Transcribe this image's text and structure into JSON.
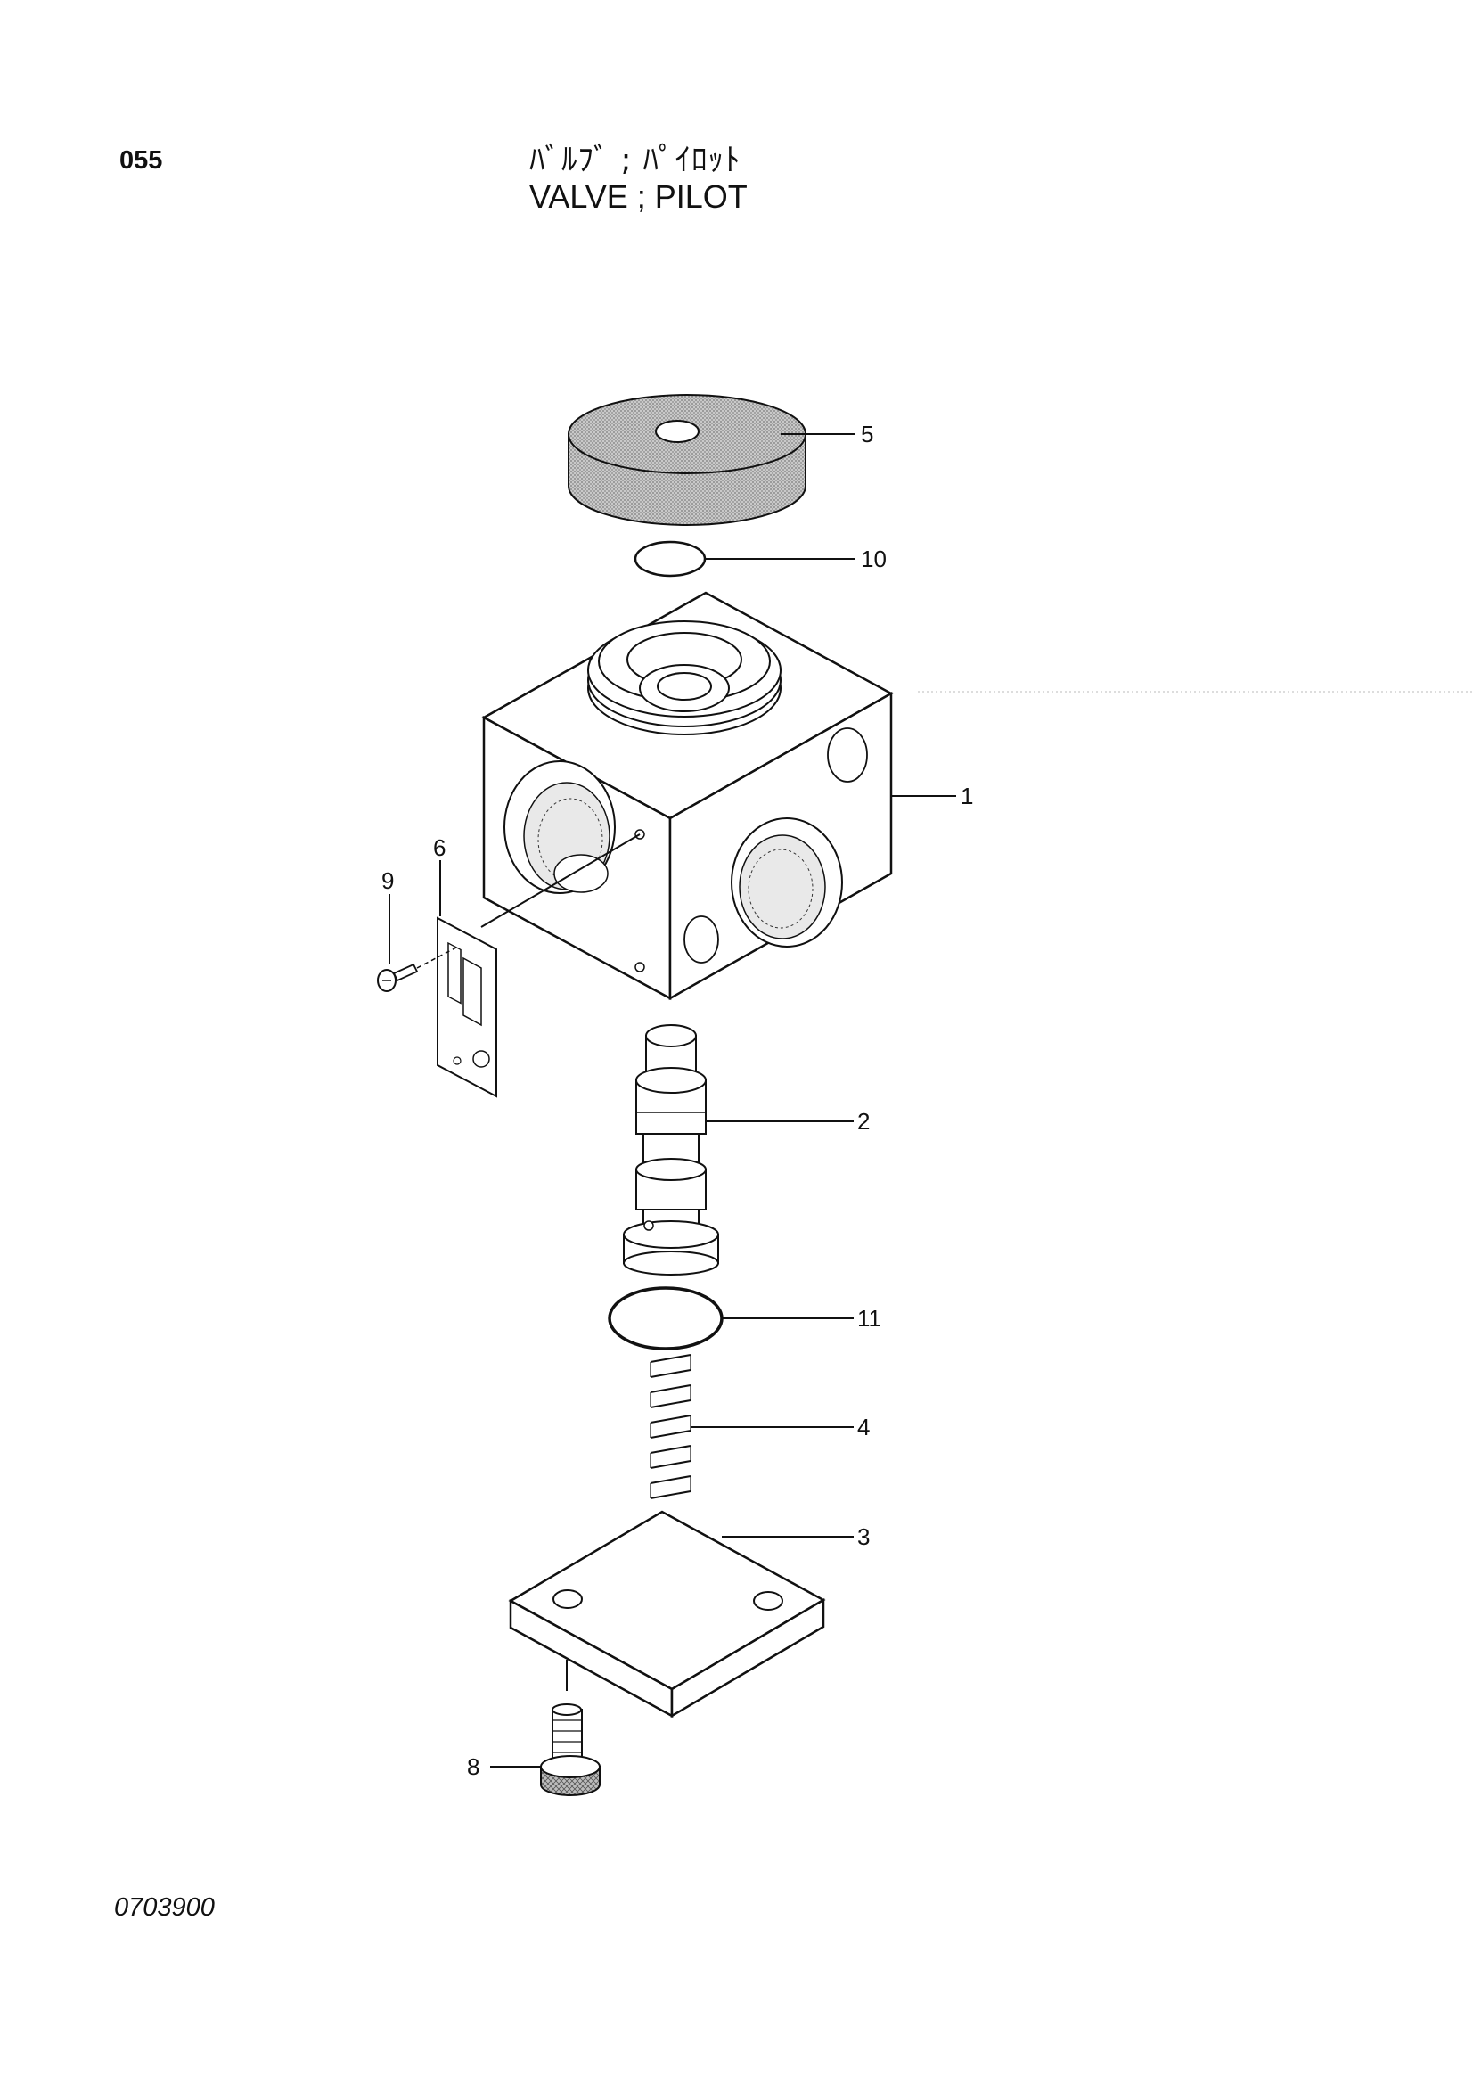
{
  "header": {
    "page_number": "055",
    "title_jp": "ﾊﾞﾙﾌﾞ ; ﾊﾟｲﾛｯﾄ",
    "title_en": "VALVE ; PILOT"
  },
  "footer": {
    "drawing_code": "0703900"
  },
  "callouts": {
    "body": "1",
    "spool": "2",
    "plate": "3",
    "spring": "4",
    "cap": "5",
    "nameplate": "6",
    "plug": "8",
    "screw": "9",
    "o_ring_small": "10",
    "o_ring_large": "11"
  },
  "colors": {
    "line": "#111111",
    "shade": "#9a9a9a"
  }
}
